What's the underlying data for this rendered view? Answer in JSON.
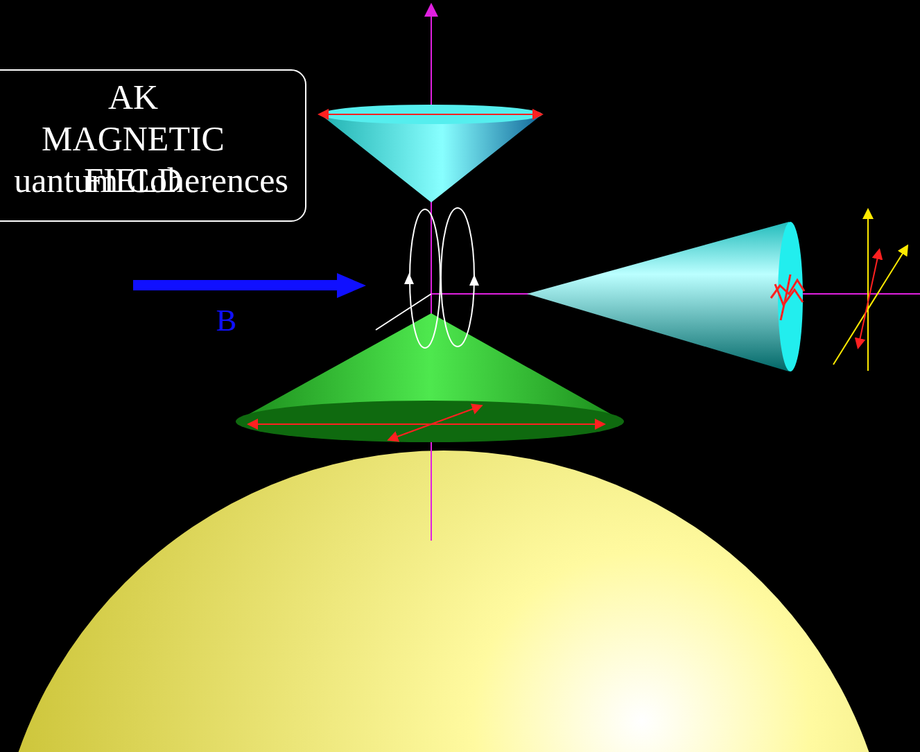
{
  "diagram": {
    "nodes": [
      {
        "text": [
          "AK MAGNETIC FIELD",
          "uantum Coherences"
        ]
      }
    ],
    "labels": [
      "B"
    ]
  }
}
